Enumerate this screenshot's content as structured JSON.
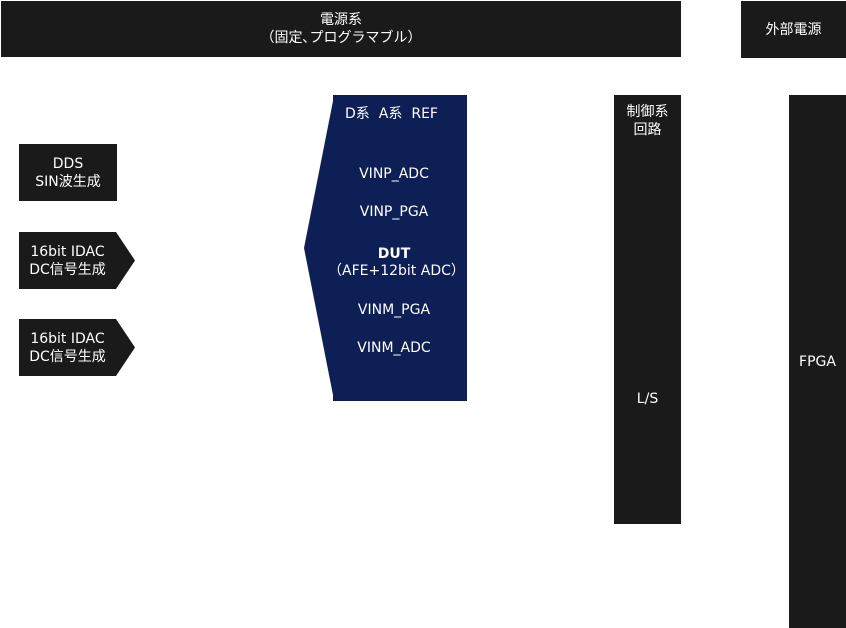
{
  "power_system": {
    "line1": "電源系",
    "line2": "（固定､プログラマブル）"
  },
  "external_power": {
    "label": "外部電源"
  },
  "control_circuit": {
    "line1": "制御系",
    "line2": "回路",
    "ls_label": "L/S"
  },
  "fpga": {
    "label": "FPGA"
  },
  "dds": {
    "line1": "DDS",
    "line2": "SIN波生成"
  },
  "idac_1": {
    "line1": "16bit IDAC",
    "line2": "DC信号生成"
  },
  "idac_2": {
    "line1": "16bit IDAC",
    "line2": "DC信号生成"
  },
  "dut": {
    "rail_d": "D系",
    "rail_a": "A系",
    "rail_ref": "REF",
    "vinp_adc": "VINP_ADC",
    "vinp_pga": "VINP_PGA",
    "title": "DUT",
    "subtitle": "（AFE+12bit ADC）",
    "vinm_pga": "VINM_PGA",
    "vinm_adc": "VINM_ADC"
  },
  "colors": {
    "block": "#1a1a1a",
    "dut": "#0d1f55",
    "text": "#ffffff",
    "background": "#ffffff"
  }
}
